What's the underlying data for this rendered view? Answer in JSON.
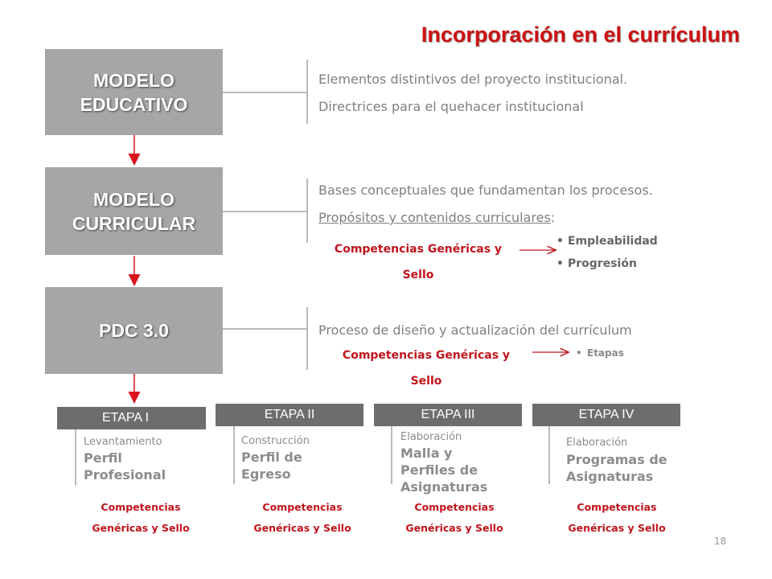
{
  "title": "Incorporación en el currículum",
  "modelo_educativo": {
    "label_1": "MODELO",
    "label_2": "EDUCATIVO",
    "desc_1": "Elementos distintivos del proyecto institucional.",
    "desc_2": "Directrices para el quehacer institucional"
  },
  "modelo_curricular": {
    "label_1": "MODELO",
    "label_2": "CURRICULAR",
    "desc_1": "Bases conceptuales que fundamentan los procesos.",
    "desc_2_underlined": "Propósitos y contenidos curriculares",
    "desc_2_suffix": ":",
    "competencias_1": "Competencias Genéricas y",
    "competencias_2": "Sello",
    "bullets": [
      "Empleabilidad",
      "Progresión"
    ]
  },
  "pdc": {
    "label": "PDC 3.0",
    "desc": "Proceso de diseño y actualización del currículum",
    "competencias_1": "Competencias Genéricas y",
    "competencias_2": "Sello",
    "bullets": [
      "Etapas"
    ]
  },
  "etapas": [
    {
      "label": "ETAPA I",
      "small": "Levantamiento",
      "big_1": "Perfil",
      "big_2": "Profesional",
      "big_3": "",
      "cg_1": "Competencias",
      "cg_2": "Genéricas y Sello"
    },
    {
      "label": "ETAPA II",
      "small": "Construcción",
      "big_1": "Perfil de",
      "big_2": "Egreso",
      "big_3": "",
      "cg_1": "Competencias",
      "cg_2": "Genéricas y Sello"
    },
    {
      "label": "ETAPA III",
      "small": "Elaboración",
      "big_1": "Malla y",
      "big_2": "Perfiles de",
      "big_3": "Asignaturas",
      "cg_1": "Competencias",
      "cg_2": "Genéricas y Sello"
    },
    {
      "label": "ETAPA IV",
      "small": "Elaboración",
      "big_1": "Programas de",
      "big_2": "Asignaturas",
      "big_3": "",
      "cg_1": "Competencias",
      "cg_2": "Genéricas y Sello"
    }
  ],
  "page_number": "18",
  "colors": {
    "accent": "#c0141c",
    "box_gray": "#a6a6a6",
    "etapa_gray": "#6d6d6d"
  }
}
